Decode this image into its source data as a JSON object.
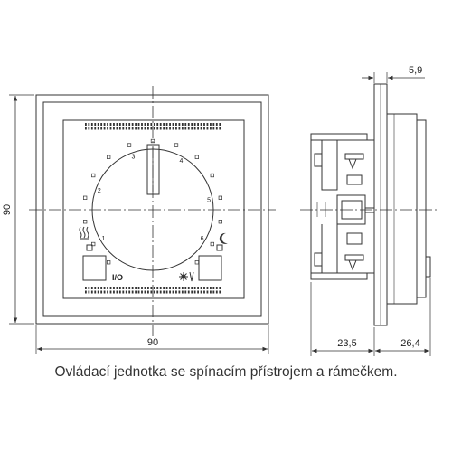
{
  "front_view": {
    "height_dim": "90",
    "width_dim": "90",
    "dial_marks": [
      "1",
      "2",
      "3",
      "4",
      "5",
      "6"
    ],
    "switch_label": "I/O"
  },
  "side_view": {
    "depth_back_dim": "23,5",
    "depth_front_dim": "26,4",
    "frame_dim": "5,9"
  },
  "caption": "Ovládací jednotka se spínacím přístrojem a rámečkem."
}
